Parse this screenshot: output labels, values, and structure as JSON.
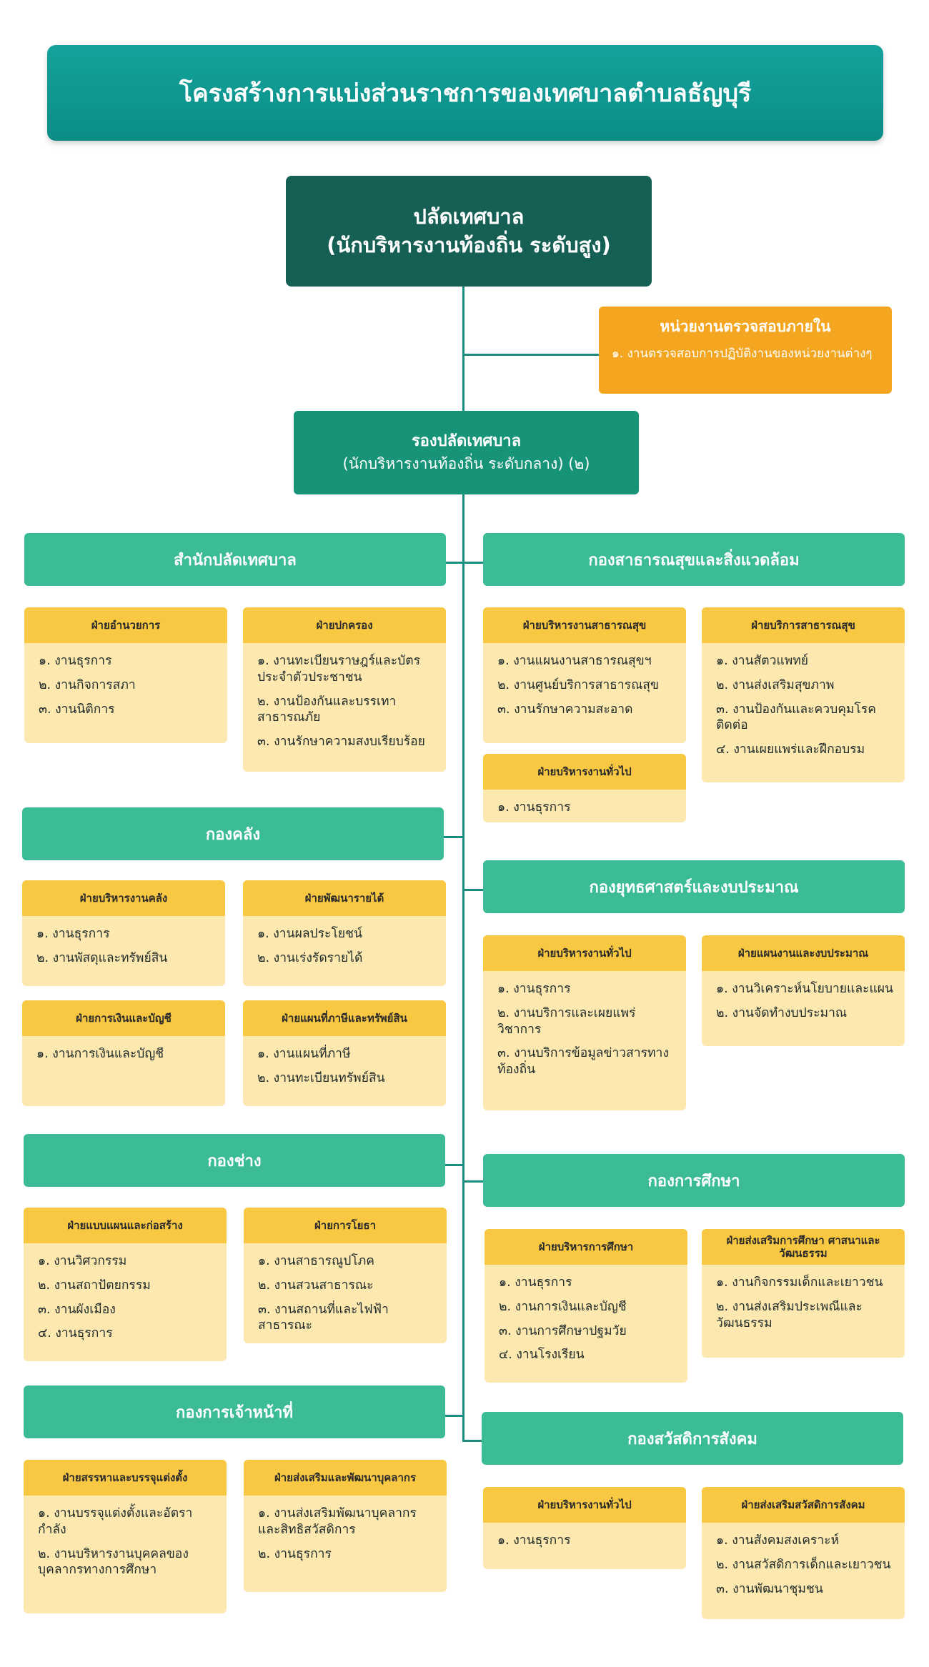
{
  "title": "โครงสร้างการแบ่งส่วนราชการของเทศบาลตำบลธัญบุรี",
  "top": {
    "line1": "ปลัดเทศบาล",
    "line2": "(นักบริหารงานท้องถิ่น ระดับสูง)"
  },
  "audit": {
    "title": "หน่วยงานตรวจสอบภายใน",
    "items": [
      "๑. งานตรวจสอบการปฏิบัติงานของหน่วยงานต่างๆ"
    ]
  },
  "deputy": {
    "line1": "รองปลัดเทศบาล",
    "line2": "(นักบริหารงานท้องถิ่น ระดับกลาง) (๒)"
  },
  "departments": [
    {
      "name": "สำนักปลัดเทศบาล",
      "subs": [
        {
          "name": "ฝ่ายอำนวยการ",
          "items": [
            "๑. งานธุรการ",
            "๒. งานกิจการสภา",
            "๓. งานนิติการ"
          ]
        },
        {
          "name": "ฝ่ายปกครอง",
          "items": [
            "๑. งานทะเบียนราษฎร์และบัตรประจำตัวประชาชน",
            "๒. งานป้องกันและบรรเทาสาธารณภัย",
            "๓. งานรักษาความสงบเรียบร้อย"
          ]
        }
      ]
    },
    {
      "name": "กองสาธารณสุขและสิ่งแวดล้อม",
      "subs": [
        {
          "name": "ฝ่ายบริหารงานสาธารณสุข",
          "items": [
            "๑. งานแผนงานสาธารณสุขฯ",
            "๒. งานศูนย์บริการสาธารณสุข",
            "๓. งานรักษาความสะอาด"
          ]
        },
        {
          "name": "ฝ่ายบริการสาธารณสุข",
          "items": [
            "๑. งานสัตวแพทย์",
            "๒. งานส่งเสริมสุขภาพ",
            "๓. งานป้องกันและควบคุมโรคติดต่อ",
            "๔. งานเผยแพร่และฝึกอบรม"
          ]
        },
        {
          "name": "ฝ่ายบริหารงานทั่วไป",
          "items": [
            "๑. งานธุรการ"
          ]
        }
      ]
    },
    {
      "name": "กองคลัง",
      "subs": [
        {
          "name": "ฝ่ายบริหารงานคลัง",
          "items": [
            "๑. งานธุรการ",
            "๒. งานพัสดุและทรัพย์สิน"
          ]
        },
        {
          "name": "ฝ่ายพัฒนารายได้",
          "items": [
            "๑. งานผลประโยชน์",
            "๒. งานเร่งรัดรายได้"
          ]
        },
        {
          "name": "ฝ่ายการเงินและบัญชี",
          "items": [
            "๑. งานการเงินและบัญชี"
          ]
        },
        {
          "name": "ฝ่ายแผนที่ภาษีและทรัพย์สิน",
          "items": [
            "๑. งานแผนที่ภาษี",
            "๒. งานทะเบียนทรัพย์สิน"
          ]
        }
      ]
    },
    {
      "name": "กองยุทธศาสตร์และงบประมาณ",
      "subs": [
        {
          "name": "ฝ่ายบริหารงานทั่วไป",
          "items": [
            "๑. งานธุรการ",
            "๒. งานบริการและเผยแพร่วิชาการ",
            "๓. งานบริการข้อมูลข่าวสารทางท้องถิ่น"
          ]
        },
        {
          "name": "ฝ่ายแผนงานและงบประมาณ",
          "items": [
            "๑. งานวิเคราะห์นโยบายและแผน",
            "๒. งานจัดทำงบประมาณ"
          ]
        }
      ]
    },
    {
      "name": "กองช่าง",
      "subs": [
        {
          "name": "ฝ่ายแบบแผนและก่อสร้าง",
          "items": [
            "๑. งานวิศวกรรม",
            "๒. งานสถาปัตยกรรม",
            "๓. งานผังเมือง",
            "๔. งานธุรการ"
          ]
        },
        {
          "name": "ฝ่ายการโยธา",
          "items": [
            "๑. งานสาธารณูปโภค",
            "๒. งานสวนสาธารณะ",
            "๓. งานสถานที่และไฟฟ้าสาธารณะ"
          ]
        }
      ]
    },
    {
      "name": "กองการศึกษา",
      "subs": [
        {
          "name": "ฝ่ายบริหารการศึกษา",
          "items": [
            "๑. งานธุรการ",
            "๒. งานการเงินและบัญชี",
            "๓. งานการศึกษาปฐมวัย",
            "๔. งานโรงเรียน"
          ]
        },
        {
          "name": "ฝ่ายส่งเสริมการศึกษา ศาสนาและวัฒนธรรม",
          "items": [
            "๑. งานกิจกรรมเด็กและเยาวชน",
            "๒. งานส่งเสริมประเพณีและวัฒนธรรม"
          ]
        }
      ]
    },
    {
      "name": "กองการเจ้าหน้าที่",
      "subs": [
        {
          "name": "ฝ่ายสรรหาและบรรจุแต่งตั้ง",
          "items": [
            "๑. งานบรรจุแต่งตั้งและอัตรากำลัง",
            "๒. งานบริหารงานบุคคลของบุคลากรทางการศึกษา"
          ]
        },
        {
          "name": "ฝ่ายส่งเสริมและพัฒนาบุคลากร",
          "items": [
            "๑. งานส่งเสริมพัฒนาบุคลากรและสิทธิสวัสดิการ",
            "๒. งานธุรการ"
          ]
        }
      ]
    },
    {
      "name": "กองสวัสดิการสังคม",
      "subs": [
        {
          "name": "ฝ่ายบริหารงานทั่วไป",
          "items": [
            "๑. งานธุรการ"
          ]
        },
        {
          "name": "ฝ่ายส่งเสริมสวัสดิการสังคม",
          "items": [
            "๑. งานสังคมสงเคราะห์",
            "๒. งานสวัสดิการเด็กและเยาวชน",
            "๓. งานพัฒนาชุมชน"
          ]
        }
      ]
    }
  ]
}
